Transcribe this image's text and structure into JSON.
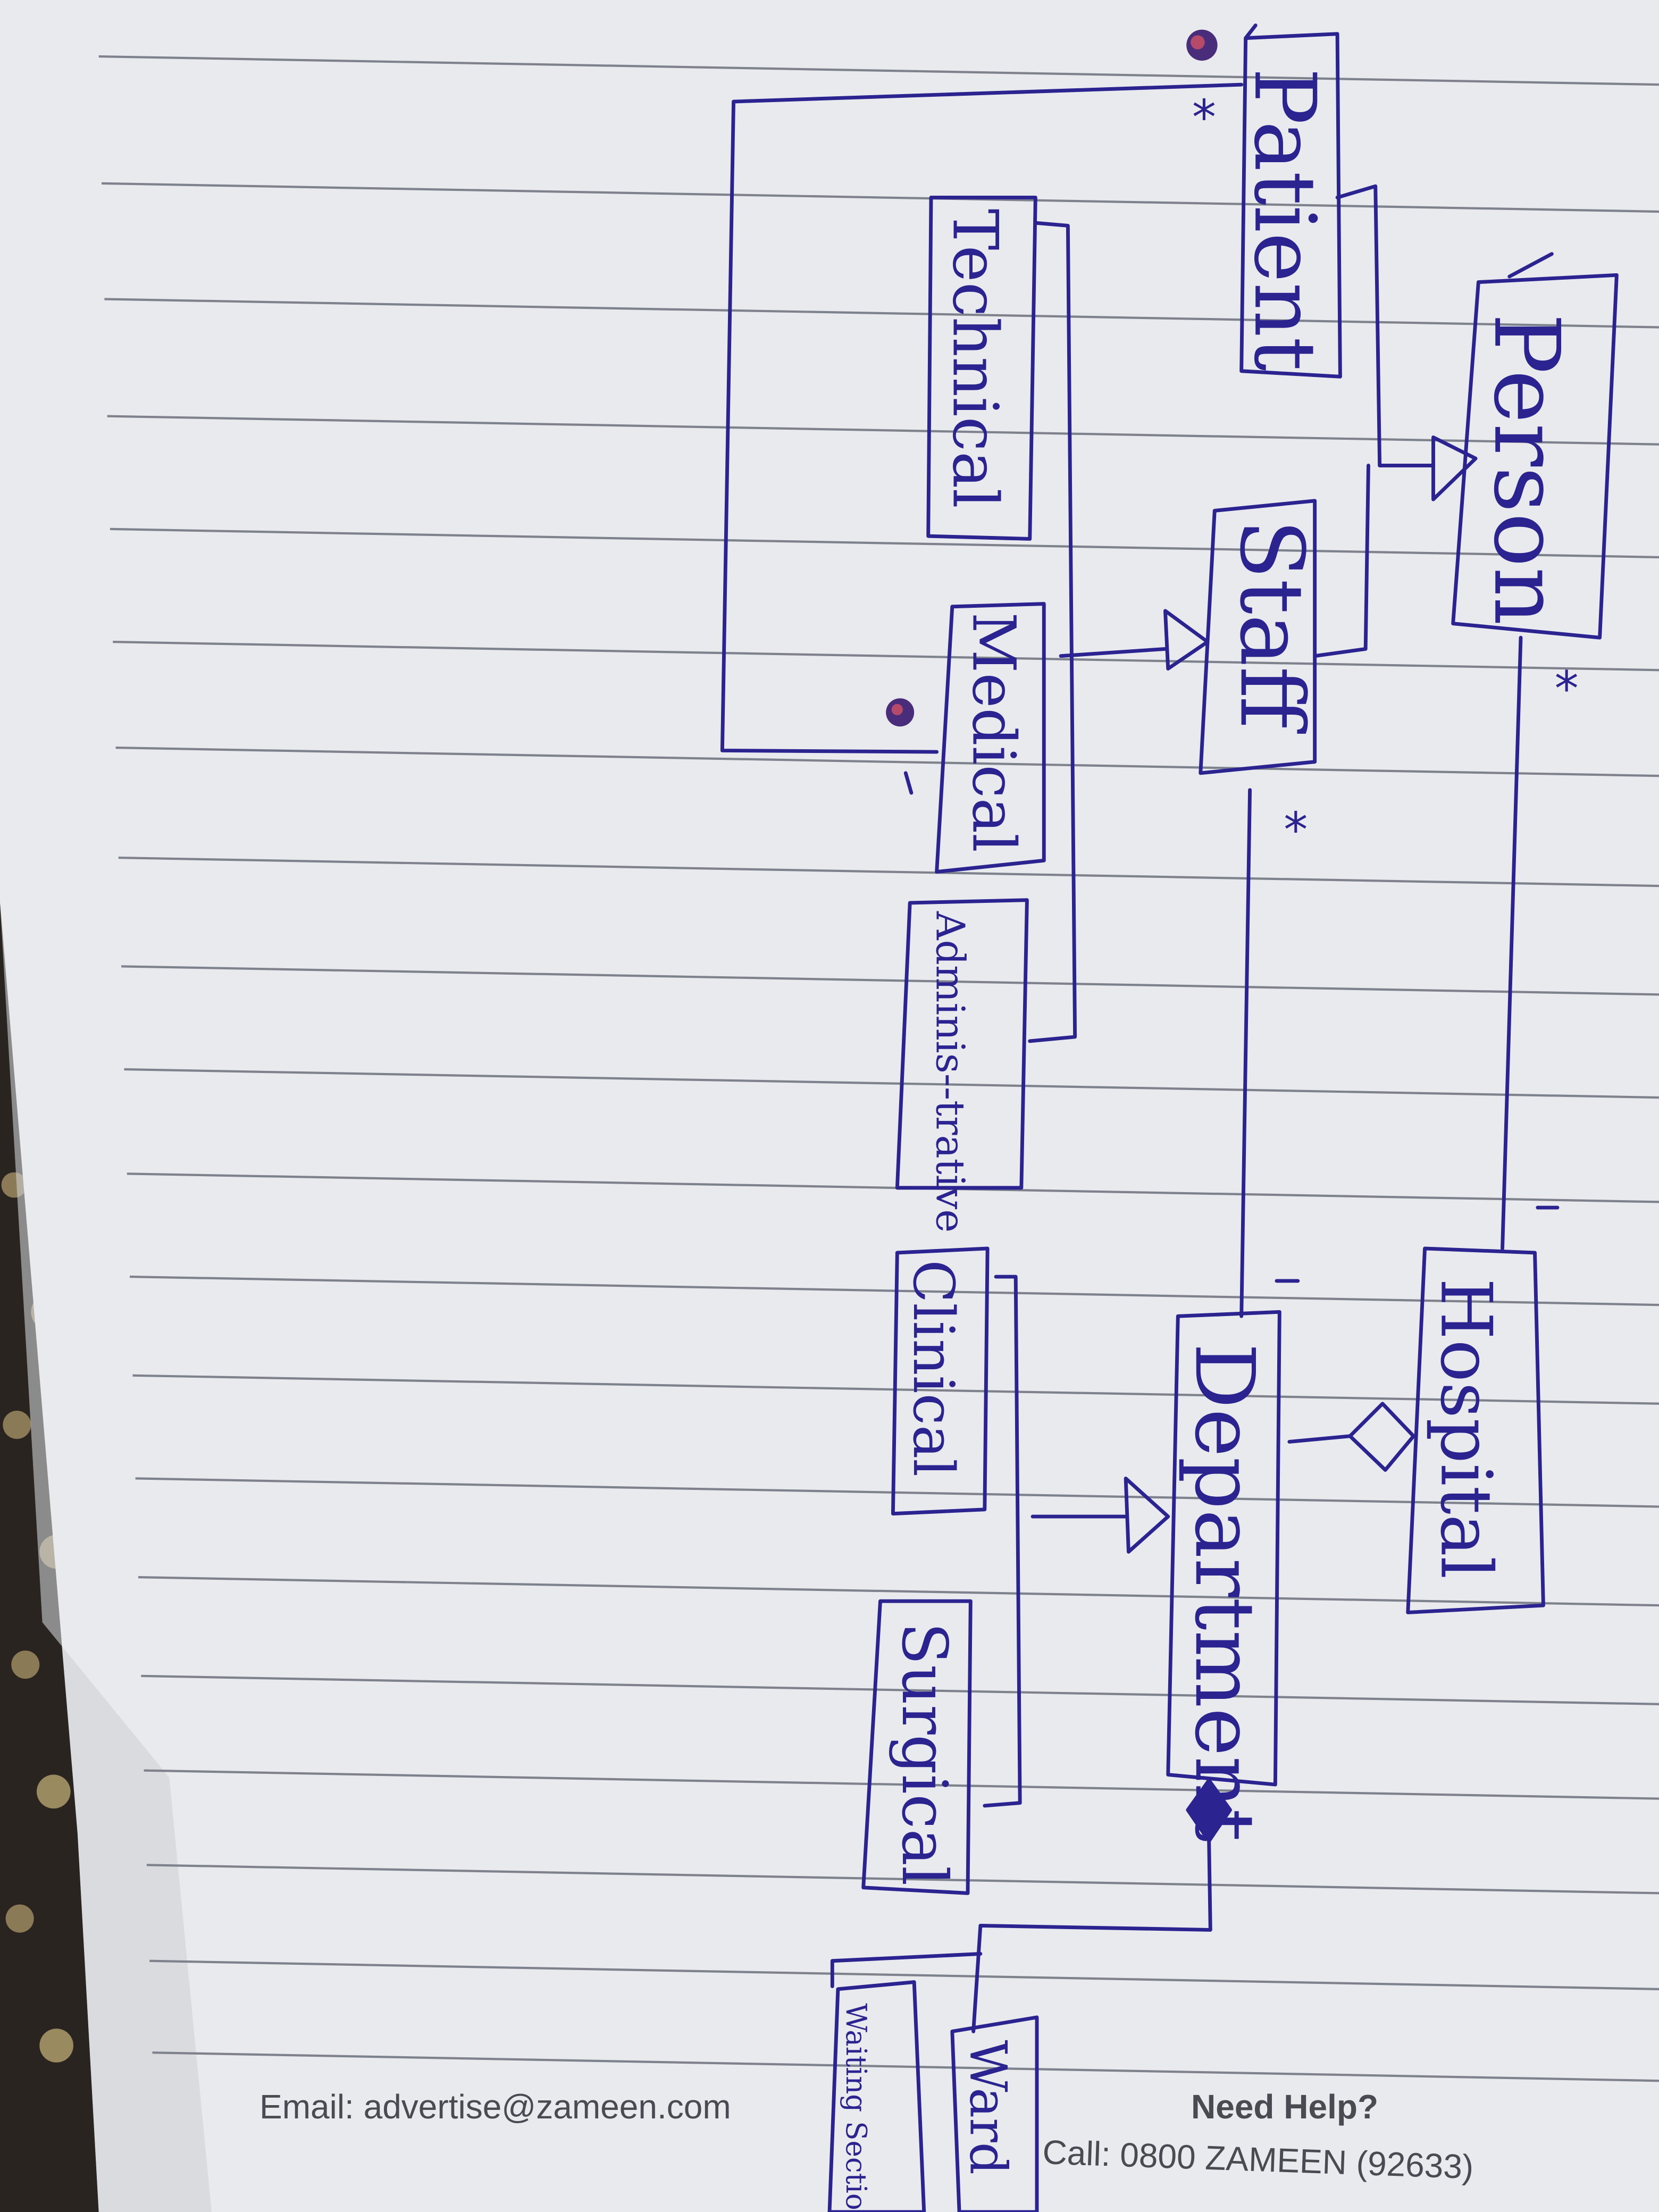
{
  "diagram": {
    "title": "",
    "classes": [
      {
        "id": "patient",
        "label": "Patient"
      },
      {
        "id": "person",
        "label": "Person"
      },
      {
        "id": "technical",
        "label": "Technical"
      },
      {
        "id": "staff",
        "label": "Staff"
      },
      {
        "id": "medical",
        "label": "Medical"
      },
      {
        "id": "administrative",
        "label": "Adminis--trative"
      },
      {
        "id": "clinical",
        "label": "Clinical"
      },
      {
        "id": "hospital",
        "label": "Hospital"
      },
      {
        "id": "department",
        "label": "Department"
      },
      {
        "id": "surgical",
        "label": "Surgical"
      },
      {
        "id": "ward",
        "label": "Ward"
      },
      {
        "id": "waiting_section",
        "label": "Waiting Section"
      }
    ],
    "relationships": [
      {
        "from": "patient",
        "to": "person",
        "type": "generalization"
      },
      {
        "from": "staff",
        "to": "person",
        "type": "generalization"
      },
      {
        "from": "technical",
        "to": "staff",
        "type": "generalization"
      },
      {
        "from": "medical",
        "to": "staff",
        "type": "generalization"
      },
      {
        "from": "administrative",
        "to": "staff",
        "type": "generalization"
      },
      {
        "from": "clinical",
        "to": "department",
        "type": "generalization"
      },
      {
        "from": "surgical",
        "to": "department",
        "type": "generalization"
      },
      {
        "from": "department",
        "to": "hospital",
        "type": "aggregation"
      },
      {
        "from": "ward",
        "to": "department",
        "type": "composition"
      },
      {
        "from": "waiting_section",
        "to": "department",
        "type": "composition"
      },
      {
        "from": "patient",
        "to": "medical",
        "type": "association",
        "multiplicity_from": "*",
        "multiplicity_to": "1"
      },
      {
        "from": "person",
        "to": "hospital",
        "type": "association",
        "multiplicity_from": "*",
        "multiplicity_to": "1"
      },
      {
        "from": "staff",
        "to": "department",
        "type": "association",
        "multiplicity_from": "*",
        "multiplicity_to": "1"
      }
    ],
    "multiplicity": {
      "star": "*",
      "one": "1"
    }
  },
  "footer": {
    "email": "Email:  advertise@zameen.com",
    "help_title": "Need Help?",
    "phone": "Call: 0800 ZAMEEN (92633)"
  },
  "colors": {
    "ink": "#2b2390",
    "paper": "#e9eaee",
    "rule": "#7e828c",
    "footer_text": "#4a4a52",
    "fabric": "#2a2420"
  }
}
